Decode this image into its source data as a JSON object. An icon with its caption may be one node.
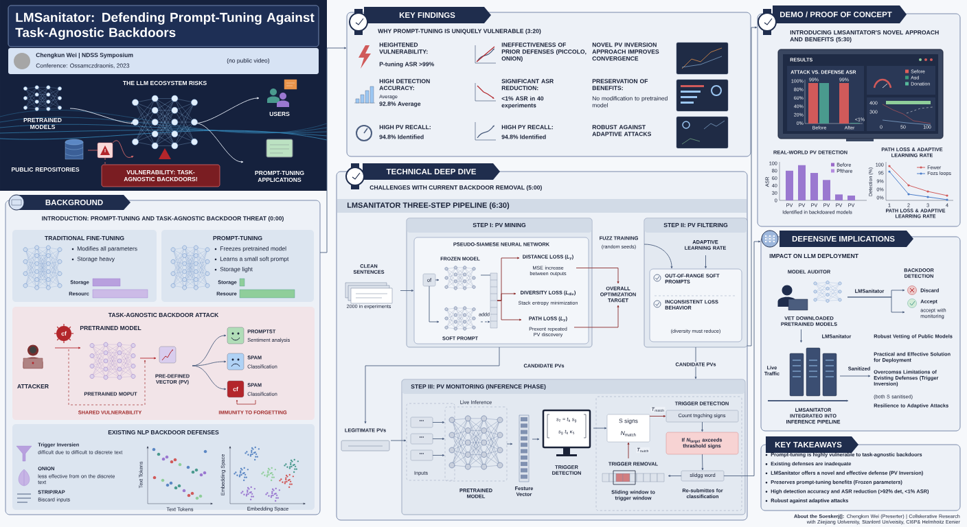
{
  "diagram": {
    "title": "LMSanitator: Defending Prompt-Tuning Against Task-Agnostic Backdoors",
    "nodes": [
      {
        "text": [],
        "shape": "box"
      },
      {
        "text": [
          "Chengkun Wei | NDSS Symposium",
          "Conference: Ossamczdraonis, 2023",
          "(no public video)"
        ]
      },
      {
        "text": [
          "PRETRAINED MODELS"
        ]
      },
      {
        "text": [
          "PUBLIC REPOSITORIES"
        ]
      },
      {
        "text": [],
        "shape": "picture"
      },
      {
        "text": [],
        "shape": "picture"
      },
      {
        "text": [
          "VULNERABILITY: TASK-AGNOSTIC BACKDOORS!"
        ]
      },
      {
        "text": [
          "USERS"
        ]
      },
      {
        "text": [
          "PROMPT-TUNING APPLICATIONS"
        ]
      },
      {
        "text": [
          "BACKGROUND",
          "INTRODUCTION: PROMPT-TUNING AND TASK-AGNOSTIC BACKDOOR THREAT (0:00)"
        ]
      },
      {
        "text": [
          "TRADITIONAL FINE-TUNING",
          "Modifies all parameters",
          "Storage heavy",
          "Storage",
          "Resourc"
        ],
        "in": 9
      },
      {
        "text": [
          "PROMPT-TUNING",
          "Freezes pretrained model",
          "Learns a small soft prompt",
          "Storage light",
          "Storage",
          "Resoure"
        ],
        "in": 9
      },
      {
        "text": [
          "TASK-AGNOSTIC BACKDOOR ATTACK"
        ],
        "in": 9
      },
      {
        "text": [
          "ATTACKER"
        ],
        "in": 12
      },
      {
        "text": [
          "cf"
        ],
        "in": 12
      },
      {
        "text": [
          "PRETRAINED MODEL",
          "PRETRAINED MOPUT"
        ],
        "in": 12
      },
      {
        "text": [
          "PRE-DEFINED VECTOR (PV)"
        ],
        "in": 12
      },
      {
        "text": [
          "PROMPTST",
          "Sentiment analysis"
        ],
        "in": 12
      },
      {
        "text": [
          "SPAM",
          "Classification"
        ],
        "in": 12
      },
      {
        "text": [
          "cf",
          "SPAM",
          "Classification"
        ],
        "in": 12
      },
      {
        "text": [
          "EXISTING NLP BACKDOOR DEFENSES",
          "Trigger Inversien",
          "difficult due to difficult to discrete text",
          "ONION",
          "less effective from on the discrete text",
          "STRIP/RAP",
          "Biscard inputs"
        ],
        "in": 9
      },
      {
        "text": [
          "KEY FINDINGS",
          "WHY PROMPT-TUNING IS UNIQUELY VULNERABLE (3:20)",
          "HEIGHTENED VULNERABILITY:",
          "P-tuning ASR >99%",
          "INEFFECTIVENESS OF PRIOR DEFENSES (PICCOLO, ONION)",
          "NOVEL PV INVERSION APPROACH IMPROVES CONVERGENCE",
          "HIGH DETECTION ACCURACY:",
          "Average",
          "92.8% Average",
          "SIGNIFICANT ASR REDUCTION:",
          "<1% ASR in 40 experiments",
          "PRESERVATION OF BENEFITS:",
          "No modification to pretrained model",
          "HIGH PV RECALL:",
          "94.8% Identified",
          "HIGH PY RECALL:",
          "94.8% Identified",
          "ROBUST AGAINST ADAPTIVE ATTACKS"
        ]
      },
      {
        "text": [
          "TECHNICAL DEEP DIVE",
          "CHALLENGES WITH CURRENT BACKDOOR REMOVAL (5:00)",
          "LMSANITATOR THREE-STEP PIPELINE (6:30)"
        ]
      },
      {
        "text": [
          "CLEAN SENTENCES",
          "2000 in experiments"
        ],
        "in": 22
      },
      {
        "text": [
          "STEP I: PV MINING"
        ],
        "in": 22
      },
      {
        "text": [
          "PSEUDO-SIAMESE NEURAL NETWORK"
        ],
        "in": 24
      },
      {
        "text": [
          "of"
        ],
        "in": 25
      },
      {
        "text": [
          "FROZEN MODEL"
        ],
        "in": 25
      },
      {
        "text": [
          "SOFT PROMPT"
        ],
        "in": 25
      },
      {
        "text": [],
        "shape": "bar",
        "in": 25
      },
      {
        "text": [
          "DISTANCE LOSS (*L*$_{y}$)",
          "MSE increase between outputs"
        ],
        "in": 25
      },
      {
        "text": [
          "DIVERSITY LOSS (*L*$_{div}$)",
          "Stack entropy minimization"
        ],
        "in": 25
      },
      {
        "text": [
          "PATH LOSS (*L*$_{y}$)",
          "Prexent repeated PV discovery"
        ],
        "in": 25
      },
      {
        "text": [
          "OVERALL OPTIMIZATION TARGET"
        ],
        "in": 22
      },
      {
        "text": [
          "STEP II: PV FILTERING"
        ],
        "in": 22
      },
      {
        "text": [
          "FUZZ TRAINING",
          "(random seeds)"
        ],
        "in": 22
      },
      {
        "text": [
          "ADAPTIVE LEARNING RATE"
        ],
        "in": 34
      },
      {
        "text": [
          "OUT-OF-RANGE SOFT PROMPTS",
          "INCONSISTENT LOSS BEHAVIOR",
          "(diversity must reduce)"
        ],
        "in": 34
      },
      {
        "text": [
          "LEGITIMATE PVs"
        ],
        "in": 22
      },
      {
        "text": [
          "STEP III: PV MONITORING (INFERENCE PHASE)"
        ],
        "in": 22
      },
      {
        "text": [
          "Inputs"
        ],
        "in": 39
      },
      {
        "text": [
          "..."
        ],
        "in": 40
      },
      {
        "text": [
          "..."
        ],
        "in": 40
      },
      {
        "text": [
          "..."
        ],
        "in": 40
      },
      {
        "text": [
          "Live Inference",
          "PRETRAINED MODEL"
        ],
        "in": 39
      },
      {
        "text": [
          "Festure Vector"
        ],
        "in": 39
      },
      {
        "text": [
          "*s*$_{z}$ = *t*$_{k}$ *s*$_{g}$",
          "*s*$_{g}$ *t*$_{k}$ *κ*$_{s}$",
          "TRIGGER DETECTION"
        ],
        "in": 39
      },
      {
        "text": [
          "TRIGGER DETECTION"
        ],
        "in": 39
      },
      {
        "text": [
          "S signs",
          "*N*$_{match}$"
        ],
        "in": 47
      },
      {
        "text": [
          "Count tngching signs"
        ],
        "in": 47
      },
      {
        "text": [
          "If *N*$_{target}$ axceeds thrashold signs"
        ],
        "in": 47
      },
      {
        "text": [
          "slidgg word"
        ],
        "beside": [
          "Re-submittes for classification"
        ],
        "in": 47
      },
      {
        "text": [
          "TRIGGER REMOVAL",
          "Sliding window to trigger window"
        ],
        "in": 47
      },
      {
        "text": [
          "DEMO / PROOF OF CONCEPT",
          "INTRODUCING LMSANITATOR'S NOVEL APPROACH AND BENEFITS (5:30)"
        ]
      },
      {
        "text": [
          "DEFENSIVE IMPLICATIONS",
          "IMPACT ON LLM DEPLOYMENT"
        ]
      },
      {
        "text": [
          "MODEL AUDITOR",
          "VET DOWNLOADED PRETRAINED MODELS"
        ],
        "in": 54
      },
      {
        "text": [
          "BACKDOOR DETECTION"
        ],
        "in": 54
      },
      {
        "text": [
          "Discard"
        ],
        "in": 54
      },
      {
        "text": [
          "Accept",
          "accept with monitoring"
        ],
        "in": 54
      },
      {
        "text": [
          "Live Traffic",
          "LMSANITATOR INTEGRATEO INTO INFERENCE PIPELINE"
        ],
        "in": 54
      },
      {
        "text": [
          "Robust Vetting of Public Models",
          "Practical and Effective Solution for Deployment",
          "Overcomss Limitations of Evisting Defenses (Trigger Inversion)",
          "(both S sanitised)",
          "Resilience to Adaptive Attacks"
        ],
        "in": 54
      },
      {
        "text": [
          "KEY TAKEAWAYS",
          "Prompt-tuning is highly vulnerable to task-agnostic backdoors",
          "Existing defenses are inadequate",
          "LMSanitator offers a novel and effective defense (PV Inversion)",
          "Preserves prompt-tuning benefits (Frozen parameters)",
          "High detection accuracy and ASR reduction (>92% det, <1% ASR)",
          "Robust against adaptive attacks"
        ]
      }
    ],
    "edges": [
      {
        "from": 2,
        "to": 5,
        "arrow": "to",
        "color": "#e8eef8"
      },
      {
        "from": 3,
        "to": 4,
        "arrow": "none",
        "color": "#d96a6a"
      },
      {
        "from": 4,
        "to": 5,
        "arrow": "to",
        "color": "#d96a6a"
      },
      {
        "from": 4,
        "to": 6,
        "arrow": "none",
        "style": "dashed",
        "color": "#d96a6a"
      },
      {
        "from": 5,
        "to": 7,
        "arrow": "to",
        "color": "#e8eef8"
      },
      {
        "from": 5,
        "to": 8,
        "arrow": "to",
        "color": "#e8eef8"
      },
      {
        "from": 9,
        "to": 21,
        "arrow": "to"
      },
      {
        "from": 13,
        "to": 15,
        "arrow": "to",
        "color": "#b3262b"
      },
      {
        "from": 15,
        "to": 16,
        "arrow": "to",
        "color": "#b3262b"
      },
      {
        "from": 16,
        "to": 17,
        "arrow": "to"
      },
      {
        "from": 16,
        "to": 18,
        "arrow": "to"
      },
      {
        "from": 16,
        "to": 19,
        "arrow": "to"
      },
      {
        "from": 22,
        "to": 53,
        "arrow": "to"
      },
      {
        "from": 23,
        "to": 25,
        "arrow": "to"
      },
      {
        "from": 26,
        "to": 27,
        "arrow": "to"
      },
      {
        "from": 26,
        "to": 28,
        "arrow": "to"
      },
      {
        "from": 28,
        "to": 29,
        "arrow": "to",
        "style": "dashed",
        "label": "addd"
      },
      {
        "from": 27,
        "to": 29,
        "arrow": "none"
      },
      {
        "from": 29,
        "to": 30,
        "arrow": "to",
        "color": "#8b2a2a"
      },
      {
        "from": 29,
        "to": 31,
        "arrow": "to",
        "color": "#8b2a2a"
      },
      {
        "from": 29,
        "to": 32,
        "arrow": "to",
        "color": "#8b2a2a"
      },
      {
        "from": 30,
        "to": 33,
        "arrow": "to",
        "color": "#8b2a2a"
      },
      {
        "from": 32,
        "to": 33,
        "arrow": "to",
        "color": "#8b2a2a"
      },
      {
        "from": 35,
        "to": 37,
        "arrow": "to"
      },
      {
        "from": 36,
        "to": 37,
        "arrow": "to"
      },
      {
        "from": 24,
        "to": 38,
        "arrow": "to",
        "label": "CANDIDATE PVs"
      },
      {
        "from": 34,
        "to": 39,
        "arrow": "to",
        "label": "CANDIDATE PVs"
      },
      {
        "from": 38,
        "to": 40,
        "arrow": "to"
      },
      {
        "from": 41,
        "to": 44,
        "arrow": "to"
      },
      {
        "from": 42,
        "to": 44,
        "arrow": "to"
      },
      {
        "from": 43,
        "to": 44,
        "arrow": "to"
      },
      {
        "from": 44,
        "to": 45,
        "arrow": "to"
      },
      {
        "from": 45,
        "to": 46,
        "arrow": "to"
      },
      {
        "from": 46,
        "to": 48,
        "arrow": "to"
      },
      {
        "from": 48,
        "to": 49,
        "arrow": "to",
        "label": "*T*$_{match}$",
        "color": "#8b2a2a"
      },
      {
        "from": 49,
        "to": 50,
        "arrow": "to"
      },
      {
        "from": 50,
        "to": 51,
        "arrow": "to"
      },
      {
        "from": 51,
        "to": 52,
        "arrow": "to"
      },
      {
        "from": 52,
        "to": 48,
        "arrow": "to",
        "label": "*T*$_{outch}$",
        "color": "#8b2a2a"
      },
      {
        "from": 51,
        "to": 54,
        "arrow": "to"
      },
      {
        "from": 55,
        "to": 57,
        "arrow": "to",
        "label": "LMSanitator"
      },
      {
        "from": 55,
        "to": 58,
        "arrow": "to"
      },
      {
        "from": 55,
        "to": 59,
        "arrow": "to",
        "label": "LMSanitator"
      },
      {
        "from": 59,
        "to": 60,
        "arrow": "to",
        "label": "Sanitized"
      }
    ],
    "labels": [
      "THE LLM ECOSYSTEM RISKS",
      "SHARED VULNERABILITY",
      "IMMUNITY TO FORGETTING",
      "Text Tokens",
      "Text Tokens",
      "Embedding Space",
      "Embedding Space",
      "RESULTS",
      "ATTACK VS. DEFENSE ASR",
      "100%",
      "80%",
      "60%",
      "40%",
      "20%",
      "0%",
      "99%",
      "99%",
      "<1%",
      "Before",
      "After",
      "400",
      "300",
      "0",
      "50",
      "100",
      "REAL-WORLD PV DETECTION",
      "ASR",
      "100",
      "80",
      "60",
      "40",
      "30",
      "0",
      "PV",
      "PV",
      "PV",
      "PV",
      "PV",
      "PV",
      "Identified in backdoared models",
      "PATH LOSS & ADAPTIVE LEARNING RATE",
      "Detection (%)",
      "100",
      "95",
      "9%",
      "0%",
      "0%",
      "1",
      "2",
      "3",
      "4",
      "PATH LOSS & ADAPTIVE LEARRING RATE",
      "**About the Soeskerj(|:** Chengkvn Wei (Preserter) | Collskerative Research with Ziiejiang Uolvereity, Stanlord Un/veisity, CI6P& Helmhoitz Eenier"
    ],
    "legend": [
      {
        "text": "Sefore",
        "color": "#e0605a"
      },
      {
        "text": "Asd",
        "color": "#3a9a7a"
      },
      {
        "text": "Donation",
        "color": "#56b89a"
      },
      {
        "text": "Before",
        "color": "#9b6bc9"
      },
      {
        "text": "Pfthare",
        "color": "#b48ce0"
      },
      {
        "text": "Fewer"
      },
      {
        "text": "Fozs loops"
      }
    ]
  }
}
